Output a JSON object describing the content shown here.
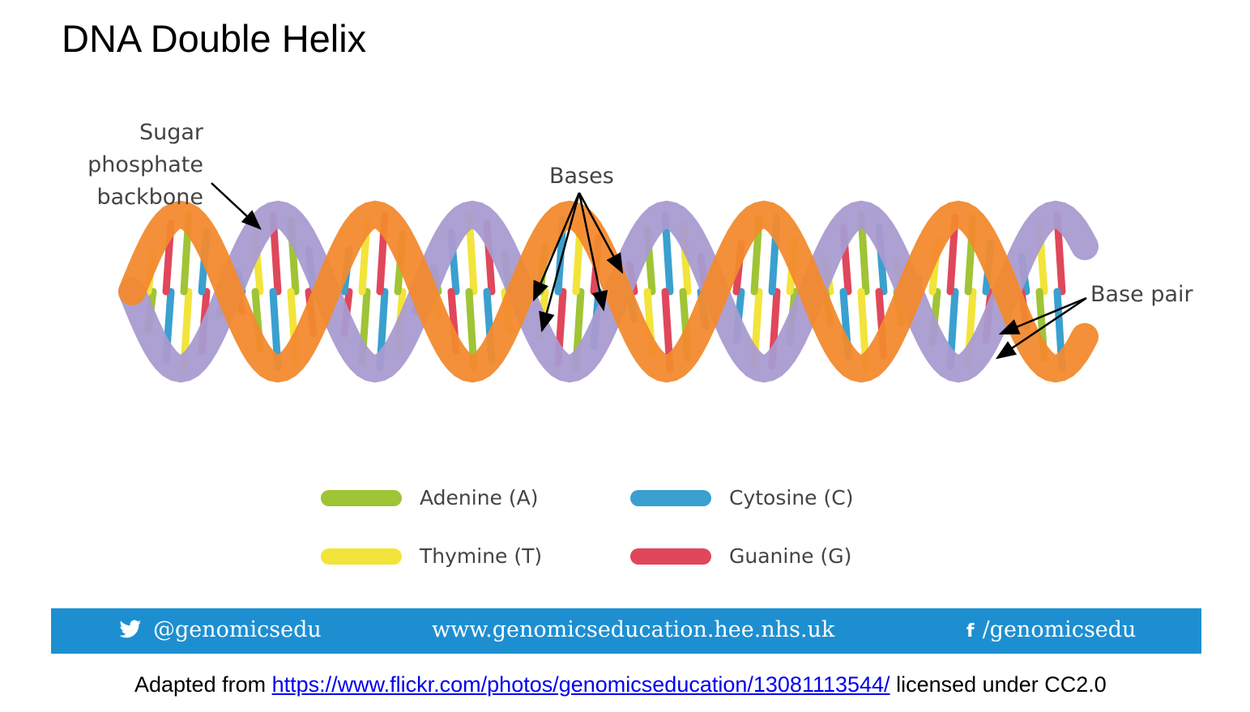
{
  "title": "DNA Double Helix",
  "diagram": {
    "labels": {
      "backbone_line1": "Sugar",
      "backbone_line2": "phosphate",
      "backbone_line3": "backbone",
      "bases": "Bases",
      "base_pair": "Base pair"
    },
    "legend": [
      {
        "label": "Adenine (A)",
        "color": "#9fc436"
      },
      {
        "label": "Cytosine (C)",
        "color": "#3aa0cf"
      },
      {
        "label": "Thymine (T)",
        "color": "#f2e43a"
      },
      {
        "label": "Guanine (G)",
        "color": "#e0475b"
      }
    ],
    "colors": {
      "strand_orange": "#f28a2e",
      "strand_lavender": "#a99bd0",
      "strand_purple": "#6a3d94"
    }
  },
  "footer": {
    "twitter": "@genomicsedu",
    "website": "www.genomicseducation.hee.nhs.uk",
    "facebook": "/genomicsedu",
    "bar_color": "#1d8fd1"
  },
  "credit": {
    "prefix": "Adapted from",
    "link": "https://www.flickr.com/photos/genomicseducation/13081113544/",
    "suffix": "licensed under CC2.0"
  }
}
